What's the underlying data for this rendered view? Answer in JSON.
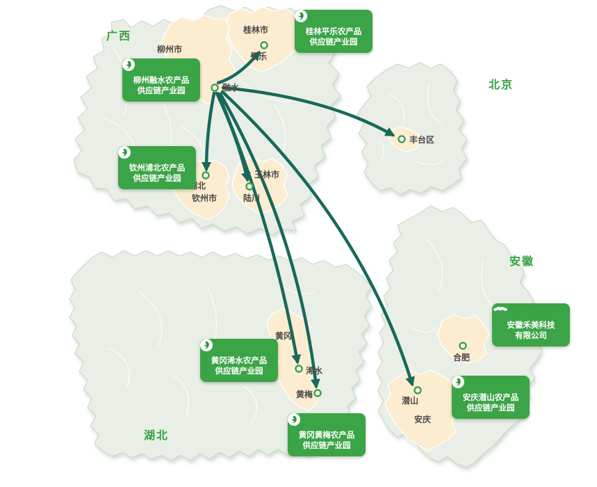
{
  "provinces": {
    "guangxi": {
      "label": "广西"
    },
    "beijing": {
      "label": "北京"
    },
    "anhui": {
      "label": "安徽"
    },
    "hubei": {
      "label": "湖北"
    }
  },
  "cities": {
    "liuzhou": {
      "label": "柳州市"
    },
    "guilin": {
      "label": "桂林市"
    },
    "pingle": {
      "label": "平乐"
    },
    "rongshui": {
      "label": "融水"
    },
    "pubei": {
      "label": "浦北"
    },
    "qinzhou": {
      "label": "钦州市"
    },
    "luchuan": {
      "label": "陆川"
    },
    "yulin": {
      "label": "玉林市"
    },
    "fengtai": {
      "label": "丰台区"
    },
    "huanggang": {
      "label": "黄冈"
    },
    "xishui": {
      "label": "浠水"
    },
    "huangmei": {
      "label": "黄梅"
    },
    "hefei": {
      "label": "合肥"
    },
    "qianshan": {
      "label": "潜山"
    },
    "anqing": {
      "label": "安庆"
    }
  },
  "parks": {
    "guilin_pingle": {
      "line1": "桂林平乐农产品",
      "line2": "供应链产业园"
    },
    "liuzhou_rongshui": {
      "line1": "柳州融水农产品",
      "line2": "供应链产业园"
    },
    "qinzhou_pubei": {
      "line1": "钦州浦北农产品",
      "line2": "供应链产业园"
    },
    "huanggang_xishui": {
      "line1": "黄冈浠水农产品",
      "line2": "供应链产业园"
    },
    "huanggang_huangmei": {
      "line1": "黄冈黄梅农产品",
      "line2": "供应链产业园"
    },
    "anqing_qianshan": {
      "line1": "安庆潜山农产品",
      "line2": "供应链产业园"
    },
    "anhui_hemei": {
      "line1": "安徽禾美科技",
      "line2": "有限公司"
    }
  },
  "connections": [
    {
      "from": "融水",
      "to": "平乐"
    },
    {
      "from": "融水",
      "to": "丰台区"
    },
    {
      "from": "融水",
      "to": "浦北"
    },
    {
      "from": "融水",
      "to": "陆川"
    },
    {
      "from": "融水",
      "to": "浠水"
    },
    {
      "from": "融水",
      "to": "黄梅"
    },
    {
      "from": "融水",
      "to": "潜山"
    }
  ],
  "colors": {
    "region_fill": "#e9efe6",
    "region_highlight": "#fcecd0",
    "badge_green": "#3ba447",
    "arrow_teal": "#17695a",
    "province_label_green": "#35a13c",
    "marker_ring_green": "#3aa245"
  }
}
